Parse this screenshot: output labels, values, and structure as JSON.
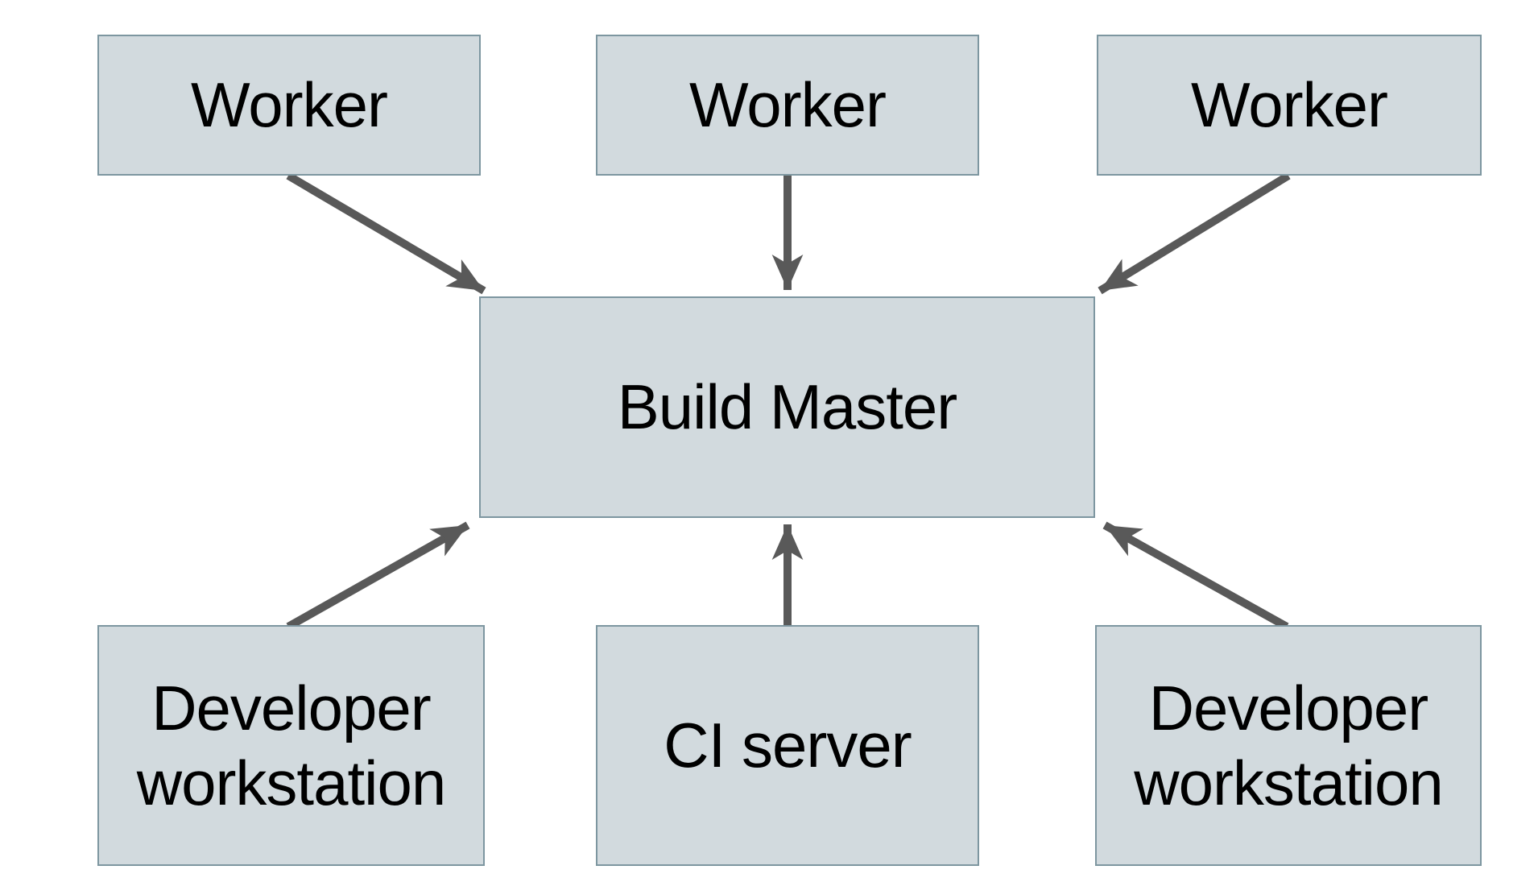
{
  "diagram": {
    "nodes": {
      "worker_1": {
        "label": "Worker"
      },
      "worker_2": {
        "label": "Worker"
      },
      "worker_3": {
        "label": "Worker"
      },
      "build_master": {
        "label": "Build Master"
      },
      "developer_workstation_left": {
        "label": "Developer workstation"
      },
      "ci_server": {
        "label": "CI server"
      },
      "developer_workstation_right": {
        "label": "Developer workstation"
      }
    },
    "edges": [
      {
        "from": "worker_1",
        "to": "build_master"
      },
      {
        "from": "worker_2",
        "to": "build_master"
      },
      {
        "from": "worker_3",
        "to": "build_master"
      },
      {
        "from": "developer_workstation_left",
        "to": "build_master"
      },
      {
        "from": "ci_server",
        "to": "build_master"
      },
      {
        "from": "developer_workstation_right",
        "to": "build_master"
      }
    ],
    "colors": {
      "background": "#ffffff",
      "node_fill": "#d2dade",
      "node_border": "#7d96a0",
      "arrow": "#595959",
      "text": "#000000"
    }
  }
}
